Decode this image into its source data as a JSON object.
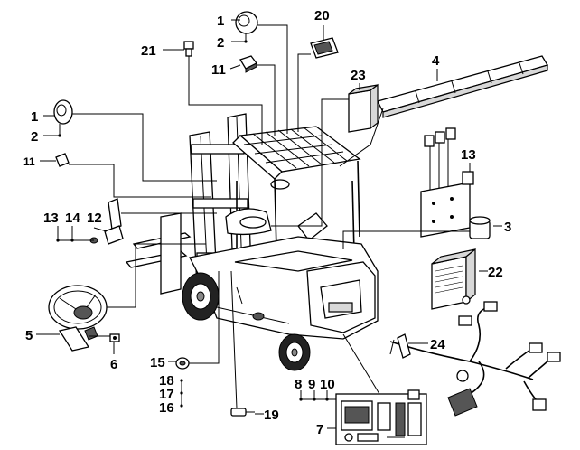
{
  "callouts": [
    {
      "id": "c1a",
      "text": "1"
    },
    {
      "id": "c2a",
      "text": "2"
    },
    {
      "id": "c20",
      "text": "20"
    },
    {
      "id": "c21",
      "text": "21"
    },
    {
      "id": "c11a",
      "text": "11"
    },
    {
      "id": "c4",
      "text": "4"
    },
    {
      "id": "c23",
      "text": "23"
    },
    {
      "id": "c1b",
      "text": "1"
    },
    {
      "id": "c2b",
      "text": "2"
    },
    {
      "id": "c11b",
      "text": "11"
    },
    {
      "id": "c13a",
      "text": "13"
    },
    {
      "id": "c13b",
      "text": "13"
    },
    {
      "id": "c14",
      "text": "14"
    },
    {
      "id": "c12",
      "text": "12"
    },
    {
      "id": "c3",
      "text": "3"
    },
    {
      "id": "c22",
      "text": "22"
    },
    {
      "id": "c5",
      "text": "5"
    },
    {
      "id": "c6",
      "text": "6"
    },
    {
      "id": "c24",
      "text": "24"
    },
    {
      "id": "c15",
      "text": "15"
    },
    {
      "id": "c18",
      "text": "18"
    },
    {
      "id": "c17",
      "text": "17"
    },
    {
      "id": "c16",
      "text": "16"
    },
    {
      "id": "c8",
      "text": "8"
    },
    {
      "id": "c9",
      "text": "9"
    },
    {
      "id": "c10",
      "text": "10"
    },
    {
      "id": "c19",
      "text": "19"
    },
    {
      "id": "c7",
      "text": "7"
    }
  ]
}
